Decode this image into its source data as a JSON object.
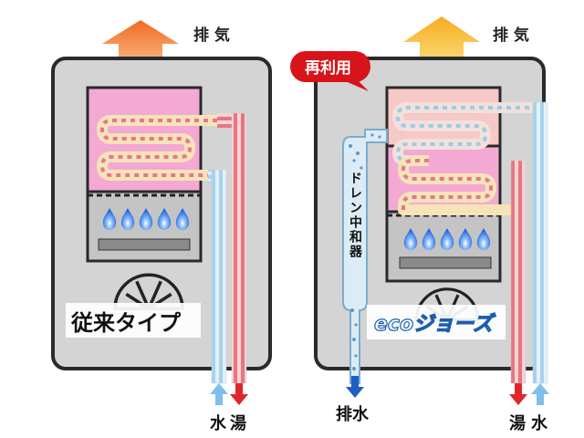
{
  "left_panel": {
    "exhaust_label": "排 気",
    "type_label": "従来タイプ",
    "water_label": "水",
    "hot_water_label": "湯"
  },
  "right_panel": {
    "exhaust_label": "排 気",
    "reuse_label": "再利用",
    "drain_neutralizer_label": "ドレン中和器",
    "brand_logo_text": "ecoジョーズ",
    "drain_label": "排水",
    "hot_water_label": "湯",
    "water_label": "水"
  },
  "colors": {
    "casing": "#d4d4d4",
    "casing_border": "#2a2a2a",
    "heat_exchanger": "#f3a9d3",
    "hot_pipe": "#e98a8f",
    "cold_pipe": "#a9d4ee",
    "flame": "#1f6fe0",
    "exhaust_left": "#f5821f",
    "exhaust_right": "#f7b91f",
    "reuse_bubble": "#d8141b",
    "drain_arrow": "#1e5fc4"
  }
}
